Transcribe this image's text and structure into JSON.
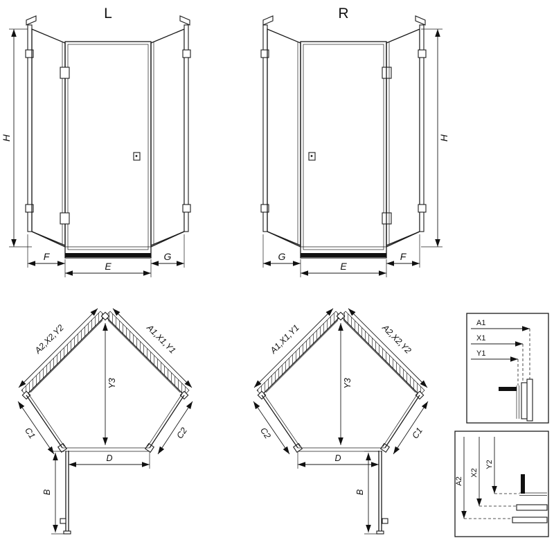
{
  "elevation_left": {
    "label": "L",
    "height": "H",
    "bottom": {
      "left": "F",
      "center": "E",
      "right": "G"
    }
  },
  "elevation_right": {
    "label": "R",
    "height": "H",
    "bottom": {
      "left": "G",
      "center": "E",
      "right": "F"
    }
  },
  "plan_left": {
    "upper_left": "A2,X2,Y2",
    "upper_right": "A1,X1,Y1",
    "center": "Y3",
    "lower_left": "C1",
    "lower_right": "C2",
    "bottom": "D",
    "door": "B"
  },
  "plan_right": {
    "upper_left": "A1,X1,Y1",
    "upper_right": "A2,X2,Y2",
    "center": "Y3",
    "lower_left": "C2",
    "lower_right": "C1",
    "bottom": "D",
    "door": "B"
  },
  "detail_top": {
    "rows": [
      "A1",
      "X1",
      "Y1"
    ]
  },
  "detail_bottom": {
    "rows": [
      "A2",
      "X2",
      "Y2"
    ]
  },
  "colors": {
    "line": "#1a1a1a",
    "fill_dark": "#111111",
    "background": "#ffffff"
  }
}
